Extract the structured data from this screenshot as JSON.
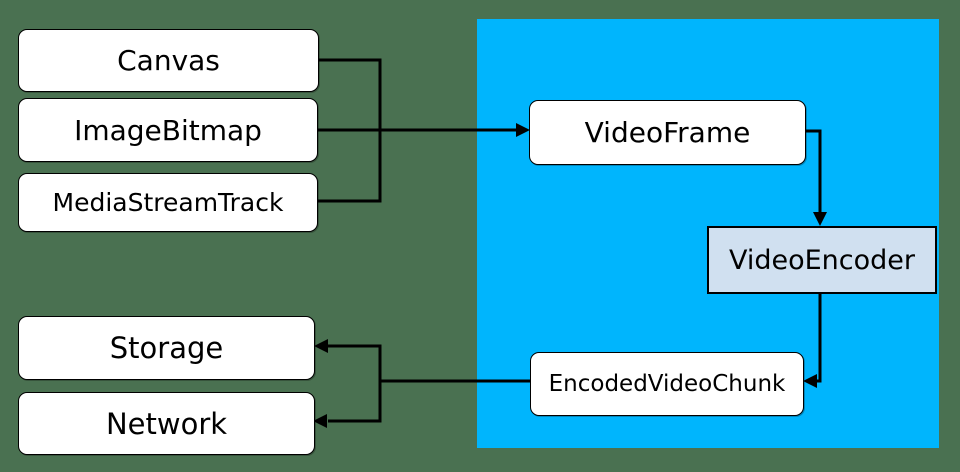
{
  "colors": {
    "background": "#4a7151",
    "pipeline_panel": "#00b5fd",
    "node_fill": "#ffffff",
    "encoder_node_fill": "#d0e0f0",
    "connector": "#000000",
    "text": "#000000"
  },
  "nodes": {
    "canvas": {
      "label": "Canvas"
    },
    "image_bitmap": {
      "label": "ImageBitmap"
    },
    "media_stream_track": {
      "label": "MediaStreamTrack"
    },
    "video_frame": {
      "label": "VideoFrame"
    },
    "video_encoder": {
      "label": "VideoEncoder"
    },
    "encoded_video_chunk": {
      "label": "EncodedVideoChunk"
    },
    "storage": {
      "label": "Storage"
    },
    "network": {
      "label": "Network"
    }
  },
  "edges": [
    {
      "from": "Canvas",
      "to": "VideoFrame"
    },
    {
      "from": "ImageBitmap",
      "to": "VideoFrame"
    },
    {
      "from": "MediaStreamTrack",
      "to": "VideoFrame"
    },
    {
      "from": "VideoFrame",
      "to": "VideoEncoder"
    },
    {
      "from": "VideoEncoder",
      "to": "EncodedVideoChunk"
    },
    {
      "from": "EncodedVideoChunk",
      "to": "Storage"
    },
    {
      "from": "EncodedVideoChunk",
      "to": "Network"
    }
  ]
}
